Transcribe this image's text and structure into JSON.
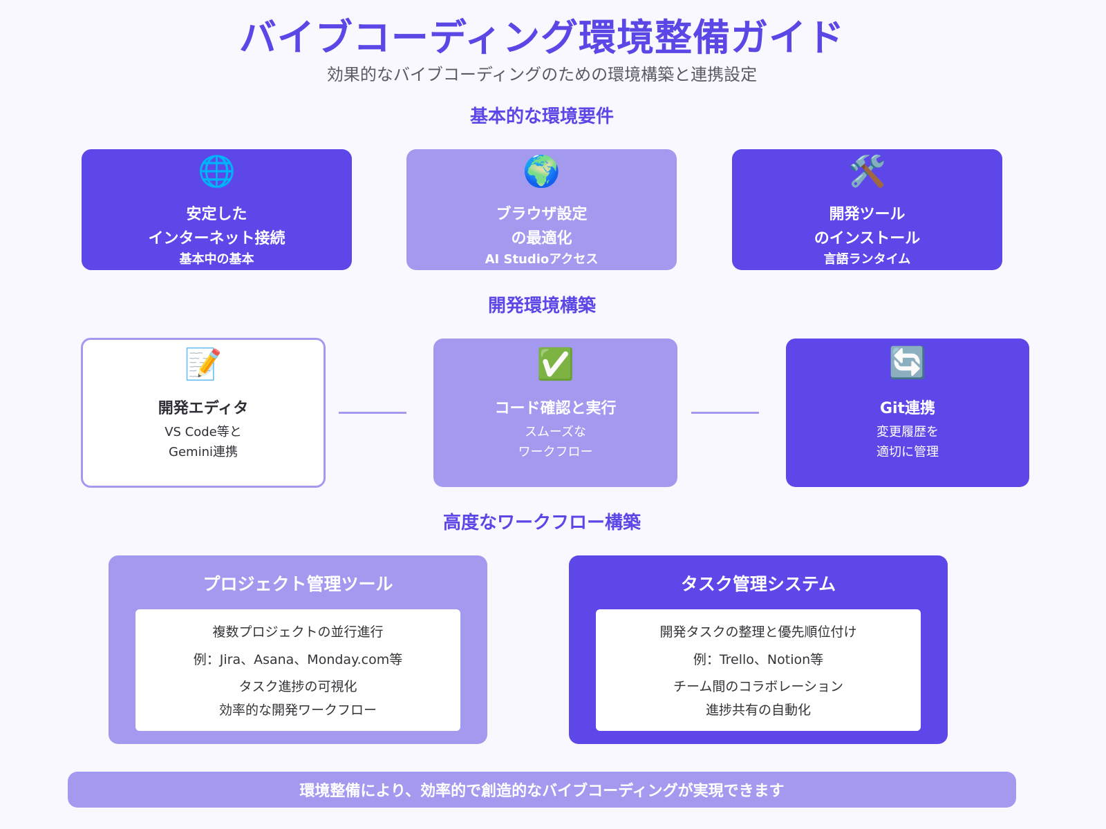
{
  "header": {
    "title": "バイブコーディング環境整備ガイド",
    "subtitle": "効果的なバイブコーディングのための環境構築と連携設定"
  },
  "sections": {
    "basic": "基本的な環境要件",
    "dev": "開発環境構築",
    "workflow": "高度なワークフロー構築"
  },
  "basic_cards": [
    {
      "icon": "🌐",
      "icon_name": "globe-meridians-icon",
      "title1": "安定した",
      "title2": "インターネット接続",
      "sub": "基本中の基本"
    },
    {
      "icon": "🌍",
      "icon_name": "earth-globe-icon",
      "title1": "ブラウザ設定",
      "title2": "の最適化",
      "sub": "AI Studioアクセス"
    },
    {
      "icon": "🛠️",
      "icon_name": "hammer-wrench-icon",
      "title1": "開発ツール",
      "title2": "のインストール",
      "sub": "言語ランタイム"
    }
  ],
  "dev_cards": [
    {
      "icon": "📝",
      "icon_name": "memo-pencil-icon",
      "title": "開発エディタ",
      "desc1": "VS Code等と",
      "desc2": "Gemini連携"
    },
    {
      "icon": "✅",
      "icon_name": "check-mark-icon",
      "title": "コード確認と実行",
      "desc1": "スムーズな",
      "desc2": "ワークフロー"
    },
    {
      "icon": "🔄",
      "icon_name": "sync-arrows-icon",
      "title": "Git連携",
      "desc1": "変更履歴を",
      "desc2": "適切に管理"
    }
  ],
  "workflow_cards": [
    {
      "title": "プロジェクト管理ツール",
      "items": [
        "複数プロジェクトの並行進行",
        "例：Jira、Asana、Monday.com等",
        "タスク進捗の可視化",
        "効率的な開発ワークフロー"
      ]
    },
    {
      "title": "タスク管理システム",
      "items": [
        "開発タスクの整理と優先順位付け",
        "例：Trello、Notion等",
        "チーム間のコラボレーション",
        "進捗共有の自動化"
      ]
    }
  ],
  "footer": "環境整備により、効率的で創造的なバイブコーディングが実現できます",
  "colors": {
    "accent": "#5e47e8",
    "light": "#a39aef",
    "background": "#f8f8fe"
  }
}
